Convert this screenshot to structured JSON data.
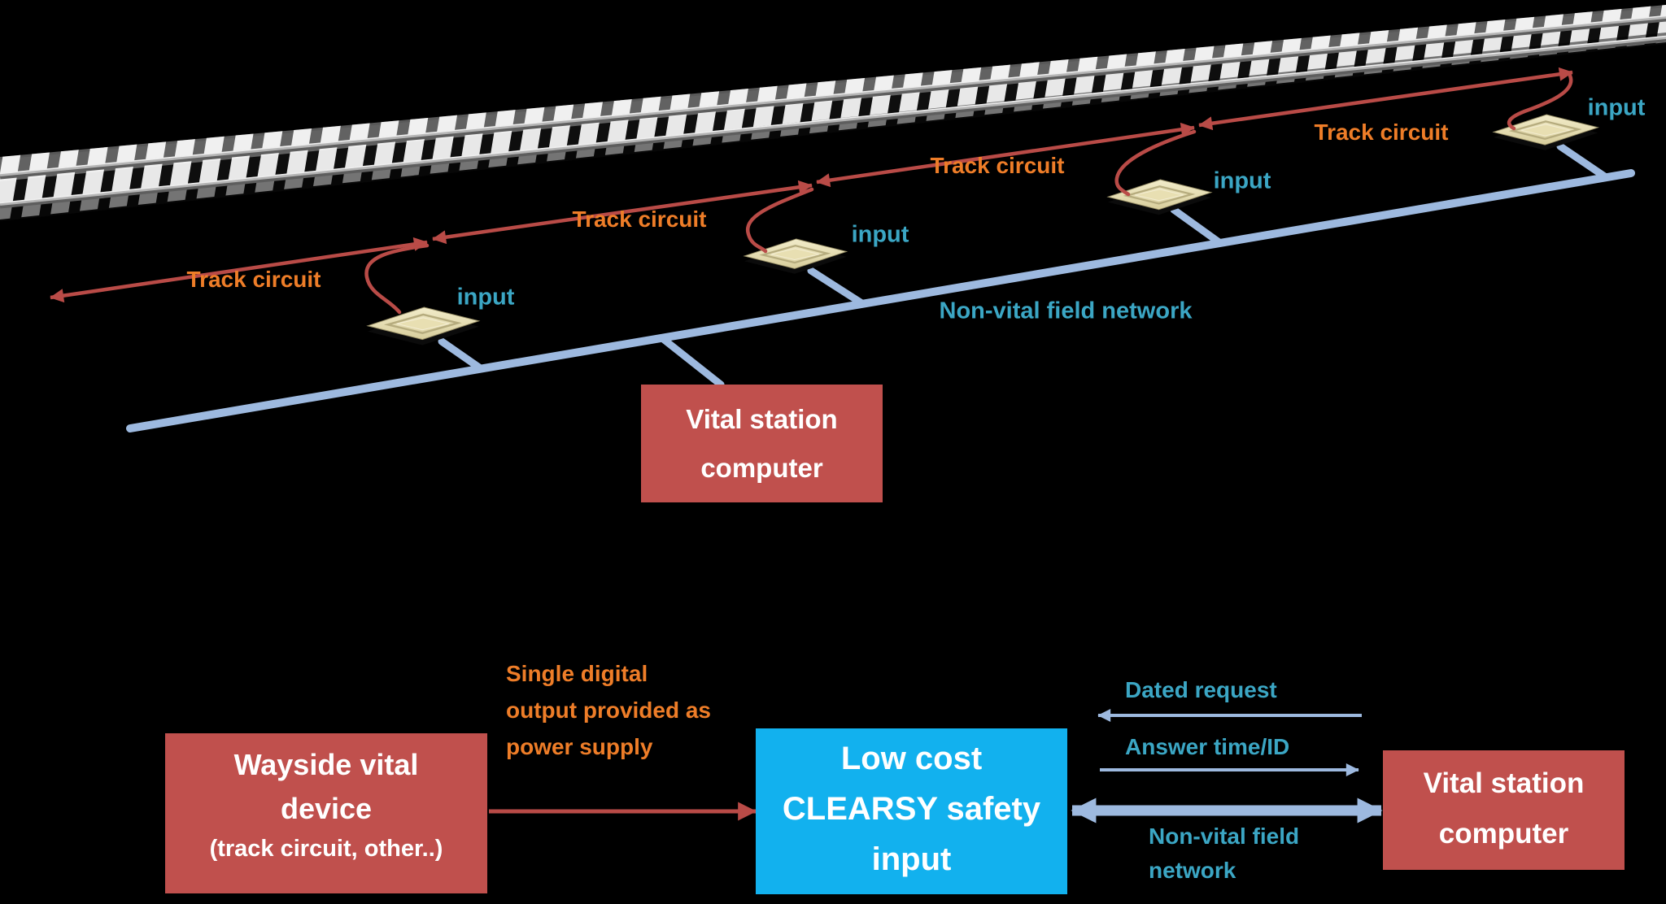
{
  "colors": {
    "background": "#000000",
    "box_red": "#C0504D",
    "box_blue": "#12B1EE",
    "arrow_red": "#B94B47",
    "network_blue": "#9DB9DF",
    "label_orange": "#EE7D28",
    "label_cyan": "#3BA6C4",
    "box_text": "#FFFFFF",
    "device_beige": "#E9E1B8",
    "rail_silver": "#B5B5B5",
    "tie_white": "#E8E8E8"
  },
  "top_diagram": {
    "track_circuit_labels": [
      "Track circuit",
      "Track circuit",
      "Track circuit",
      "Track circuit"
    ],
    "input_labels": [
      "input",
      "input",
      "input",
      "input"
    ],
    "network_label": "Non-vital field network",
    "station_box": {
      "line1": "Vital station",
      "line2": "computer"
    }
  },
  "bottom_diagram": {
    "wayside_box": {
      "title": "Wayside vital device",
      "subtitle": "(track circuit, other..)"
    },
    "safety_box": {
      "line1": "Low cost",
      "line2": "CLEARSY safety",
      "line3": "input"
    },
    "station_box": {
      "line1": "Vital station",
      "line2": "computer"
    },
    "power_label": {
      "line1": "Single digital",
      "line2": "output provided as",
      "line3": "power supply"
    },
    "dated_request_label": "Dated request",
    "answer_label": "Answer time/ID",
    "network_label": {
      "line1": "Non-vital field",
      "line2": "network"
    }
  }
}
